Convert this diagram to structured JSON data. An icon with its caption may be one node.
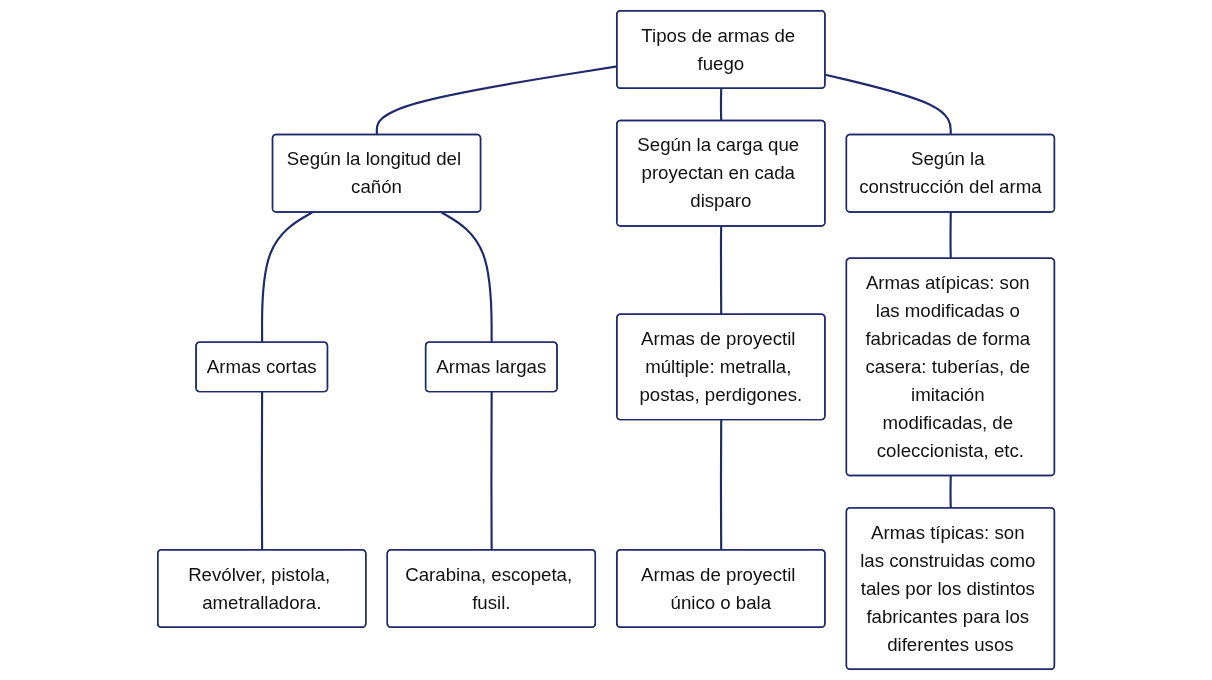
{
  "diagram": {
    "nodes": [
      {
        "text": [
          "Tipos de armas de fuego"
        ]
      },
      {
        "text": [
          "Según la longitud del cañón"
        ]
      },
      {
        "text": [
          "Según la construcción del arma"
        ]
      },
      {
        "text": [
          "Armas cortas"
        ]
      },
      {
        "text": [
          "Armas largas"
        ]
      },
      {
        "text": [
          "Armas atípicas: son las modificadas o fabricadas de forma casera: tuberías, de imitación modificadas, de coleccionista, etc."
        ]
      },
      {
        "text": [
          "Revólver, pistola, ametralladora."
        ]
      },
      {
        "text": [
          "Carabina, escopeta, fusil."
        ]
      },
      {
        "text": [
          "Según la carga que proyectan en cada disparo"
        ]
      },
      {
        "text": [
          "Armas típicas: son las construidas como tales por los distintos fabricantes para los diferentes usos"
        ]
      },
      {
        "text": [
          "Armas de proyectil múltiple: metralla, postas, perdigones."
        ]
      },
      {
        "text": [
          "Armas de proyectil único o bala"
        ]
      }
    ],
    "edges": [
      {
        "from": 0,
        "to": 1,
        "arrow": "none"
      },
      {
        "from": 0,
        "to": 8,
        "arrow": "none"
      },
      {
        "from": 0,
        "to": 2,
        "arrow": "none"
      },
      {
        "from": 1,
        "to": 3,
        "arrow": "none"
      },
      {
        "from": 1,
        "to": 4,
        "arrow": "none"
      },
      {
        "from": 3,
        "to": 6,
        "arrow": "none"
      },
      {
        "from": 4,
        "to": 7,
        "arrow": "none"
      },
      {
        "from": 2,
        "to": 5,
        "arrow": "none"
      },
      {
        "from": 5,
        "to": 9,
        "arrow": "none"
      },
      {
        "from": 8,
        "to": 10,
        "arrow": "none"
      },
      {
        "from": 10,
        "to": 11,
        "arrow": "none"
      }
    ]
  }
}
